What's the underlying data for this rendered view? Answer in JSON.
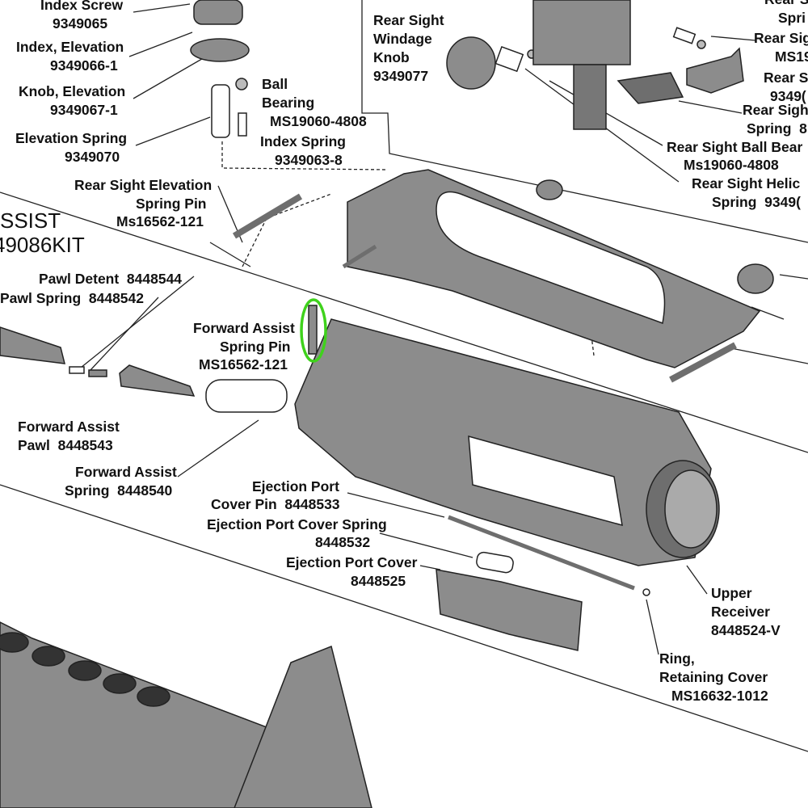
{
  "colors": {
    "part_fill": "#8c8c8c",
    "part_dark": "#5e5e5e",
    "outline": "#222222",
    "highlight": "#3fd21c"
  },
  "kit_title": {
    "line1": "SSIST",
    "line2": "49086KIT"
  },
  "labels": {
    "index_screw": [
      "Index Screw",
      "9349065"
    ],
    "index_elevation": [
      "Index, Elevation",
      "9349066-1"
    ],
    "knob_elevation": [
      "Knob, Elevation",
      "9349067-1"
    ],
    "elevation_spring": [
      "Elevation Spring",
      "9349070"
    ],
    "ball_bearing": [
      "Ball",
      "Bearing",
      "MS19060-4808"
    ],
    "index_spring": [
      "Index Spring",
      "9349063-8"
    ],
    "windage_knob": [
      "Rear Sight",
      "Windage",
      "Knob",
      "9349077"
    ],
    "elevation_spring_pin": [
      "Rear Sight Elevation",
      "Spring Pin",
      "Ms16562-121"
    ],
    "pawl_detent": [
      "Pawl Detent  8448544"
    ],
    "pawl_spring": [
      "Pawl Spring  8448542"
    ],
    "fa_spring_pin": [
      "Forward Assist",
      "Spring Pin",
      "MS16562-121"
    ],
    "fa_pawl": [
      "Forward Assist",
      "Pawl  8448543"
    ],
    "fa_spring": [
      "Forward Assist",
      "Spring  8448540"
    ],
    "ep_cover_pin": [
      "Ejection Port",
      "Cover Pin  8448533"
    ],
    "ep_cover_spring": [
      "Ejection Port Cover Spring",
      "8448532"
    ],
    "ep_cover": [
      "Ejection Port Cover",
      "8448525"
    ],
    "upper_receiver": [
      "Upper",
      "Receiver",
      "8448524-V"
    ],
    "retaining_ring": [
      "Ring,",
      "Retaining Cover",
      "MS16632-1012"
    ],
    "right_cut": [
      "Rear S",
      "Spri",
      "Rear Sig",
      "MS19",
      "Rear S",
      "9349(",
      "Rear Sigh",
      "Spring  8",
      "Rear Sight Ball Bear",
      "Ms19060-4808",
      "Rear Sight Helic",
      "Spring  9349("
    ]
  }
}
